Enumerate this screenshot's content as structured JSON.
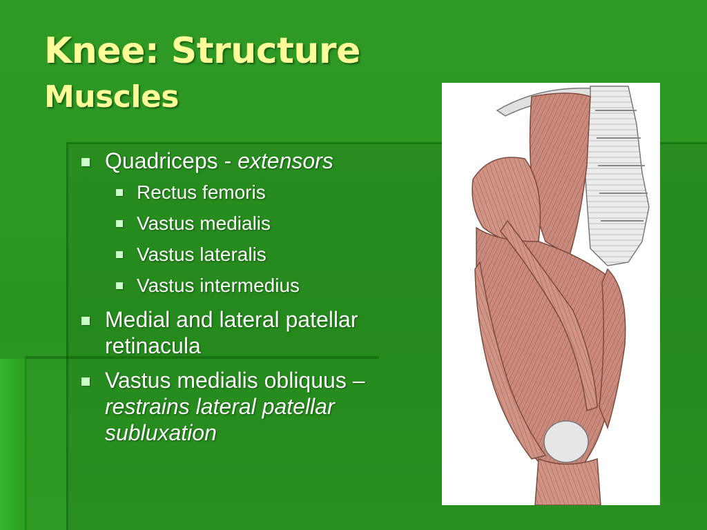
{
  "slide": {
    "title": "Knee: Structure",
    "subtitle": "Muscles",
    "bullets": [
      {
        "text": "Quadriceps - ",
        "italic": "extensors"
      },
      {
        "text": "Rectus femoris"
      },
      {
        "text": "Vastus medialis"
      },
      {
        "text": "Vastus lateralis"
      },
      {
        "text": "Vastus intermedius"
      },
      {
        "text": "Medial and lateral patellar retinacula"
      },
      {
        "text": "Vastus medialis obliquus – ",
        "italic": "restrains lateral patellar subluxation"
      }
    ]
  },
  "colors": {
    "background": "#2f9a25",
    "title": "#ffff99",
    "body_text": "#ffffff",
    "bullet": "#ccffcc",
    "muscle": "#c98a7c",
    "bone": "#e8e8e8"
  },
  "icons": {
    "bullet": "square-bullet-icon",
    "illustration": "thigh-muscle-anatomy-illustration"
  }
}
